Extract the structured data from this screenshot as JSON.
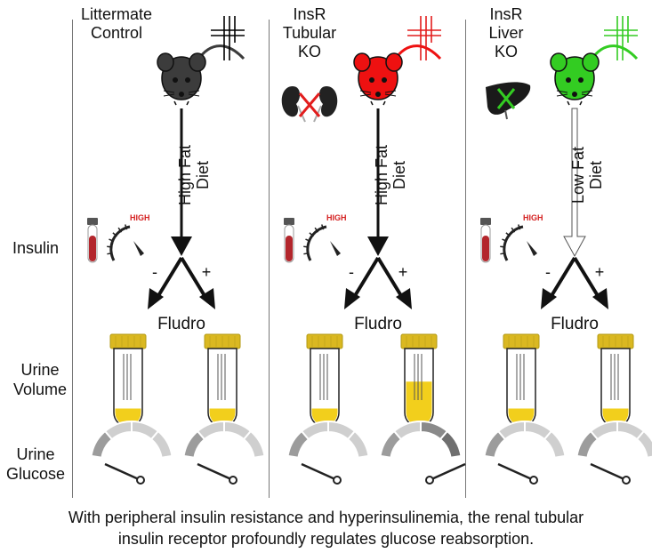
{
  "row_labels": {
    "insulin": "Insulin",
    "urine_volume": "Urine\nVolume",
    "urine_glucose": "Urine\nGlucose"
  },
  "panels": [
    {
      "title": "Littermate\nControl",
      "mouse_color": "#3c3c3c",
      "barcode_color": "#000000",
      "organ": "none",
      "diet": "High Fat\nDiet",
      "diet_arrow": "filled",
      "insulin_gauge_label": "HIGH",
      "fludro_label": "Fludro",
      "minus_label": "-",
      "plus_label": "+",
      "urine_volume_fill": [
        0.22,
        0.22
      ],
      "urine_glucose_level": [
        "low",
        "low"
      ]
    },
    {
      "title": "InsR\nTubular\nKO",
      "mouse_color": "#ee1111",
      "barcode_color": "#e21d1d",
      "organ": "kidney",
      "diet": "High Fat\nDiet",
      "diet_arrow": "filled",
      "insulin_gauge_label": "HIGH",
      "fludro_label": "Fludro",
      "minus_label": "-",
      "plus_label": "+",
      "urine_volume_fill": [
        0.22,
        0.58
      ],
      "urine_glucose_level": [
        "low",
        "high"
      ]
    },
    {
      "title": "InsR\nLiver\nKO",
      "mouse_color": "#33cc22",
      "barcode_color": "#33cc22",
      "organ": "liver",
      "diet": "Low Fat\nDiet",
      "diet_arrow": "hollow",
      "insulin_gauge_label": "HIGH",
      "fludro_label": "Fludro",
      "minus_label": "-",
      "plus_label": "+",
      "urine_volume_fill": [
        0.22,
        0.22
      ],
      "urine_glucose_level": [
        "low",
        "low"
      ]
    }
  ],
  "footer": "With peripheral insulin resistance and hyperinsulinemia, the renal tubular\ninsulin receptor profoundly regulates glucose reabsorption.",
  "colors": {
    "high_label": "#d42020",
    "urine": "#f2cf1c",
    "cap": "#dab821",
    "blood": "#b3262c",
    "gauge_gray": "#cfcfcf",
    "gauge_dark": "#8a8a8a"
  }
}
